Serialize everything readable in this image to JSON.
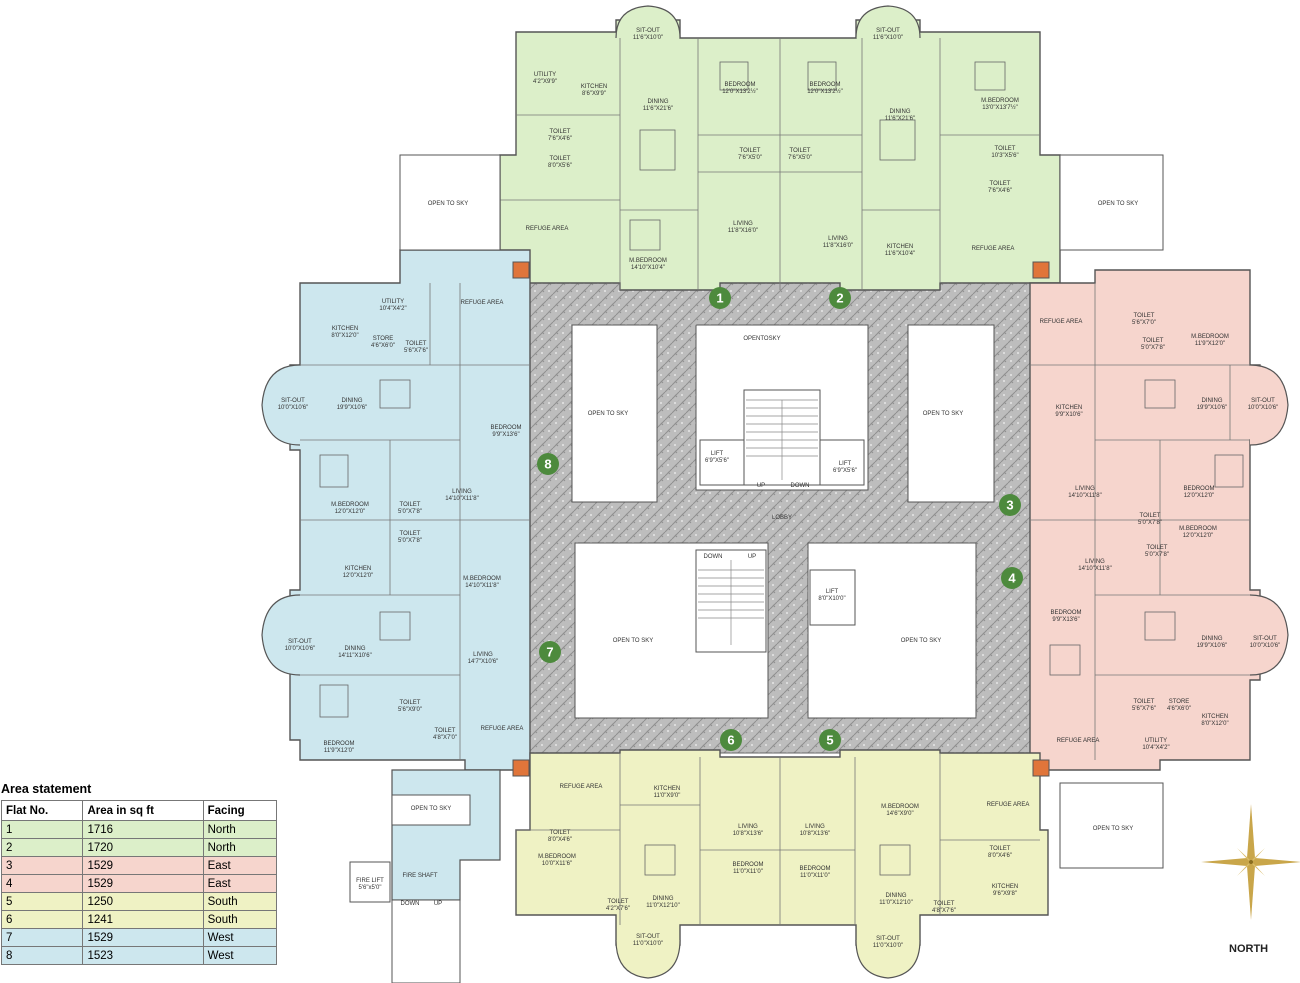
{
  "colors": {
    "north": "#dcefc9",
    "east": "#f6d5cd",
    "south": "#eff2c4",
    "west": "#cde7ee",
    "lobby": "#bdbdbd",
    "marker": "#4d8a3d",
    "sky": "#ffffff"
  },
  "flat_markers": [
    "1",
    "2",
    "3",
    "4",
    "5",
    "6",
    "7",
    "8"
  ],
  "rooms": {
    "sitout_n1": [
      "SIT-OUT",
      "11'6\"X10'0\""
    ],
    "sitout_n2": [
      "SIT-OUT",
      "11'6\"X10'0\""
    ],
    "utility_n1": [
      "UTILITY",
      "4'2\"X9'9\""
    ],
    "kitchen_n1": [
      "KITCHEN",
      "8'6\"X9'9\""
    ],
    "dining_n1": [
      "DINING",
      "11'6\"X21'6\""
    ],
    "bedroom_n1": [
      "BEDROOM",
      "12'0\"X13'2½\""
    ],
    "bedroom_n2": [
      "BEDROOM",
      "12'0\"X13'2½\""
    ],
    "dining_n2": [
      "DINING",
      "11'6\"X21'6\""
    ],
    "mbedroom_n2": [
      "M.BEDROOM",
      "13'0\"X13'7½\""
    ],
    "toilet_n1a": [
      "TOILET",
      "7'6\"X4'6\""
    ],
    "toilet_n1b": [
      "TOILET",
      "8'0\"X5'6\""
    ],
    "toilet_n1c": [
      "TOILET",
      "7'6\"X5'0\""
    ],
    "toilet_n2c": [
      "TOILET",
      "7'6\"X5'0\""
    ],
    "toilet_n2a": [
      "TOILET",
      "10'3\"X5'6\""
    ],
    "toilet_n2b": [
      "TOILET",
      "7'6\"X4'6\""
    ],
    "living_n1": [
      "LIVING",
      "11'8\"X16'0\""
    ],
    "living_n2": [
      "LIVING",
      "11'8\"X16'0\""
    ],
    "mbedroom_n1": [
      "M.BEDROOM",
      "14'10\"X10'4\""
    ],
    "kitchen_n2": [
      "KITCHEN",
      "11'6\"X10'4\""
    ],
    "open_nw": [
      "OPEN TO SKY"
    ],
    "open_ne": [
      "OPEN TO SKY"
    ],
    "refuge_nw": [
      "REFUGE AREA"
    ],
    "refuge_ne": [
      "REFUGE AREA"
    ],
    "refuge_w": [
      "REFUGE AREA"
    ],
    "refuge_e": [
      "REFUGE AREA"
    ],
    "refuge_sw": [
      "REFUGE AREA"
    ],
    "refuge_se": [
      "REFUGE AREA"
    ],
    "refuge_s1": [
      "REFUGE AREA"
    ],
    "refuge_s2": [
      "REFUGE AREA"
    ],
    "opentosky_c": [
      "OPENTOSKY"
    ],
    "open_c_nw": [
      "OPEN TO SKY"
    ],
    "open_c_ne": [
      "OPEN TO SKY"
    ],
    "open_c_sw": [
      "OPEN TO SKY"
    ],
    "open_c_se": [
      "OPEN TO SKY"
    ],
    "lift_a": [
      "LIFT",
      "6'9\"X5'6\""
    ],
    "lift_b": [
      "LIFT",
      "6'9\"X5'6\""
    ],
    "lift_c": [
      "LIFT",
      "8'0\"X10'0\""
    ],
    "stair_up1": [
      "UP"
    ],
    "stair_down1": [
      "DOWN"
    ],
    "stair_down2": [
      "DOWN"
    ],
    "stair_up2": [
      "UP"
    ],
    "lobby": [
      "LOBBY"
    ],
    "utility_w": [
      "UTILITY",
      "10'4\"X4'2\""
    ],
    "kitchen_w1": [
      "KITCHEN",
      "8'0\"X12'0\""
    ],
    "store_w": [
      "STORE",
      "4'6\"X6'0\""
    ],
    "toilet_w1": [
      "TOILET",
      "5'6\"X7'6\""
    ],
    "sitout_w1": [
      "SIT-OUT",
      "10'0\"X10'6\""
    ],
    "dining_w1": [
      "DINING",
      "19'9\"X10'6\""
    ],
    "bedroom_w1": [
      "BEDROOM",
      "9'9\"X13'6\""
    ],
    "living_w1": [
      "LIVING",
      "14'10\"X11'8\""
    ],
    "mbedroom_w1": [
      "M.BEDROOM",
      "12'0\"X12'0\""
    ],
    "toilet_w2": [
      "TOILET",
      "5'0\"X7'8\""
    ],
    "toilet_w3": [
      "TOILET",
      "5'0\"X7'8\""
    ],
    "kitchen_w2": [
      "KITCHEN",
      "12'0\"X12'0\""
    ],
    "mbedroom_w2": [
      "M.BEDROOM",
      "14'10\"X11'8\""
    ],
    "sitout_w2": [
      "SIT-OUT",
      "10'0\"X10'6\""
    ],
    "dining_w2": [
      "DINING",
      "14'11\"X10'6\""
    ],
    "living_w2": [
      "LIVING",
      "14'7\"X10'6\""
    ],
    "toilet_w4": [
      "TOILET",
      "5'6\"X9'0\""
    ],
    "toilet_w5": [
      "TOILET",
      "4'8\"X7'0\""
    ],
    "bedroom_w2": [
      "BEDROOM",
      "11'9\"X12'0\""
    ],
    "open_sw": [
      "OPEN TO SKY"
    ],
    "fire_lift": [
      "FIRE LIFT",
      "5'6\"x5'0\""
    ],
    "fire_shaft": [
      "FIRE SHAFT"
    ],
    "fs_down": [
      "DOWN"
    ],
    "fs_up": [
      "UP"
    ],
    "toilet_e1": [
      "TOILET",
      "5'6\"X7'0\""
    ],
    "mbedroom_e1": [
      "M.BEDROOM",
      "11'9\"X12'0\""
    ],
    "toilet_e2": [
      "TOILET",
      "5'0\"X7'8\""
    ],
    "kitchen_e1": [
      "KITCHEN",
      "9'9\"X10'6\""
    ],
    "dining_e1": [
      "DINING",
      "19'9\"X10'6\""
    ],
    "sitout_e1": [
      "SIT-OUT",
      "10'0\"X10'6\""
    ],
    "living_e1": [
      "LIVING",
      "14'10\"X11'8\""
    ],
    "bedroom_e1": [
      "BEDROOM",
      "12'0\"X12'0\""
    ],
    "toilet_e3": [
      "TOILET",
      "5'0\"X7'8\""
    ],
    "mbedroom_e2": [
      "M.BEDROOM",
      "12'0\"X12'0\""
    ],
    "toilet_e4": [
      "TOILET",
      "5'0\"X7'8\""
    ],
    "living_e2": [
      "LIVING",
      "14'10\"X11'8\""
    ],
    "bedroom_e2": [
      "BEDROOM",
      "9'9\"X13'6\""
    ],
    "dining_e2": [
      "DINING",
      "19'9\"X10'6\""
    ],
    "sitout_e2": [
      "SIT-OUT",
      "10'0\"X10'6\""
    ],
    "toilet_e5": [
      "TOILET",
      "5'6\"X7'6\""
    ],
    "store_e": [
      "STORE",
      "4'6\"X6'0\""
    ],
    "kitchen_e2": [
      "KITCHEN",
      "8'0\"X12'0\""
    ],
    "utility_e": [
      "UTILITY",
      "10'4\"X4'2\""
    ],
    "open_se": [
      "OPEN TO SKY"
    ],
    "kitchen_s1": [
      "KITCHEN",
      "11'0\"X9'0\""
    ],
    "living_s1": [
      "LIVING",
      "10'8\"X13'6\""
    ],
    "living_s2": [
      "LIVING",
      "10'8\"X13'6\""
    ],
    "mbedroom_s2": [
      "M.BEDROOM",
      "14'6\"X9'0\""
    ],
    "toilet_s1": [
      "TOILET",
      "8'0\"X4'6\""
    ],
    "mbedroom_s1": [
      "M.BEDROOM",
      "10'0\"X11'6\""
    ],
    "toilet_s2": [
      "TOILET",
      "8'0\"X4'6\""
    ],
    "bedroom_s1": [
      "BEDROOM",
      "11'0\"X11'0\""
    ],
    "bedroom_s2": [
      "BEDROOM",
      "11'0\"X11'0\""
    ],
    "dining_s1": [
      "DINING",
      "11'0\"X12'10\""
    ],
    "dining_s2": [
      "DINING",
      "11'0\"X12'10\""
    ],
    "toilet_s3": [
      "TOILET",
      "4'2\"X7'6\""
    ],
    "toilet_s4": [
      "TOILET",
      "4'8\"X7'6\""
    ],
    "kitchen_s2": [
      "KITCHEN",
      "9'6\"X9'8\""
    ],
    "sitout_s1": [
      "SIT-OUT",
      "11'0\"X10'0\""
    ],
    "sitout_s2": [
      "SIT-OUT",
      "11'0\"X10'0\""
    ]
  },
  "area_statement": {
    "title": "Area statement",
    "headers": [
      "Flat No.",
      "Area in sq ft",
      "Facing"
    ],
    "rows": [
      {
        "flat": "1",
        "area": "1716",
        "facing": "North",
        "color": "#dcefc9"
      },
      {
        "flat": "2",
        "area": "1720",
        "facing": "North",
        "color": "#dcefc9"
      },
      {
        "flat": "3",
        "area": "1529",
        "facing": "East",
        "color": "#f6d5cd"
      },
      {
        "flat": "4",
        "area": "1529",
        "facing": "East",
        "color": "#f6d5cd"
      },
      {
        "flat": "5",
        "area": "1250",
        "facing": "South",
        "color": "#eff2c4"
      },
      {
        "flat": "6",
        "area": "1241",
        "facing": "South",
        "color": "#eff2c4"
      },
      {
        "flat": "7",
        "area": "1529",
        "facing": "West",
        "color": "#cde7ee"
      },
      {
        "flat": "8",
        "area": "1523",
        "facing": "West",
        "color": "#cde7ee"
      }
    ]
  },
  "compass_label": "NORTH"
}
